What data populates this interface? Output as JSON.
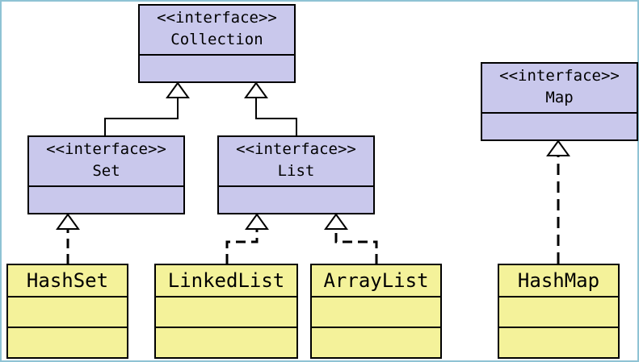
{
  "diagram": {
    "colors": {
      "interface_fill": "#c9c8ec",
      "class_fill": "#f4f29a",
      "line": "#000000",
      "frame": "#8fc3d4"
    },
    "interfaces": {
      "collection": {
        "stereotype": "<<interface>>",
        "name": "Collection"
      },
      "set": {
        "stereotype": "<<interface>>",
        "name": "Set"
      },
      "list": {
        "stereotype": "<<interface>>",
        "name": "List"
      },
      "map": {
        "stereotype": "<<interface>>",
        "name": "Map"
      }
    },
    "classes": {
      "hashset": {
        "name": "HashSet"
      },
      "linkedlist": {
        "name": "LinkedList"
      },
      "arraylist": {
        "name": "ArrayList"
      },
      "hashmap": {
        "name": "HashMap"
      }
    },
    "relationships": [
      {
        "from": "Set",
        "to": "Collection",
        "kind": "extends",
        "line": "solid"
      },
      {
        "from": "List",
        "to": "Collection",
        "kind": "extends",
        "line": "solid"
      },
      {
        "from": "HashSet",
        "to": "Set",
        "kind": "implements",
        "line": "dashed"
      },
      {
        "from": "LinkedList",
        "to": "List",
        "kind": "implements",
        "line": "dashed"
      },
      {
        "from": "ArrayList",
        "to": "List",
        "kind": "implements",
        "line": "dashed"
      },
      {
        "from": "HashMap",
        "to": "Map",
        "kind": "implements",
        "line": "dashed"
      }
    ]
  }
}
